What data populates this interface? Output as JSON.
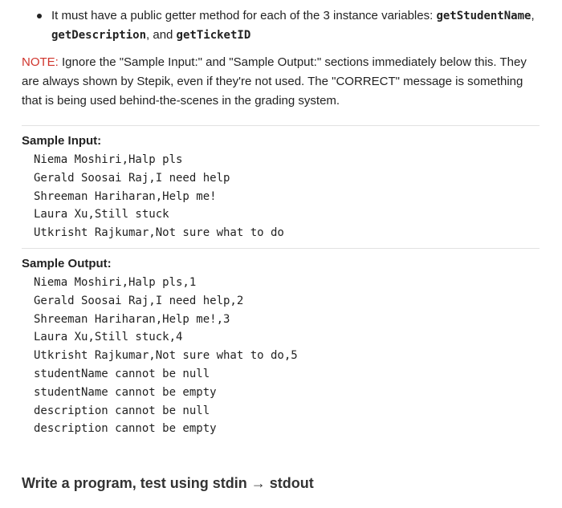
{
  "bullet": {
    "prefix": "It must have a public getter method for each of the 3 instance variables: ",
    "getter_1": "getStudentName",
    "sep_1": ",",
    "getter_2": "getDescription",
    "sep_2": ", and ",
    "getter_3": "getTicketID"
  },
  "note": {
    "label": "NOTE:",
    "text": " Ignore the \"Sample Input:\" and \"Sample Output:\" sections immediately below this. They are always shown by Stepik, even if they're not used. The \"CORRECT\" message is something that is being used behind-the-scenes in the grading system."
  },
  "sample_input": {
    "title": "Sample Input:",
    "lines": [
      "Niema Moshiri,Halp pls",
      "Gerald Soosai Raj,I need help",
      "Shreeman Hariharan,Help me!",
      "Laura Xu,Still stuck",
      "Utkrisht Rajkumar,Not sure what to do"
    ]
  },
  "sample_output": {
    "title": "Sample Output:",
    "lines": [
      "Niema Moshiri,Halp pls,1",
      "Gerald Soosai Raj,I need help,2",
      "Shreeman Hariharan,Help me!,3",
      "Laura Xu,Still stuck,4",
      "Utkrisht Rajkumar,Not sure what to do,5",
      "studentName cannot be null",
      "studentName cannot be empty",
      "description cannot be null",
      "description cannot be empty"
    ]
  },
  "footer": {
    "heading": "Write a program, test using stdin → stdout"
  }
}
